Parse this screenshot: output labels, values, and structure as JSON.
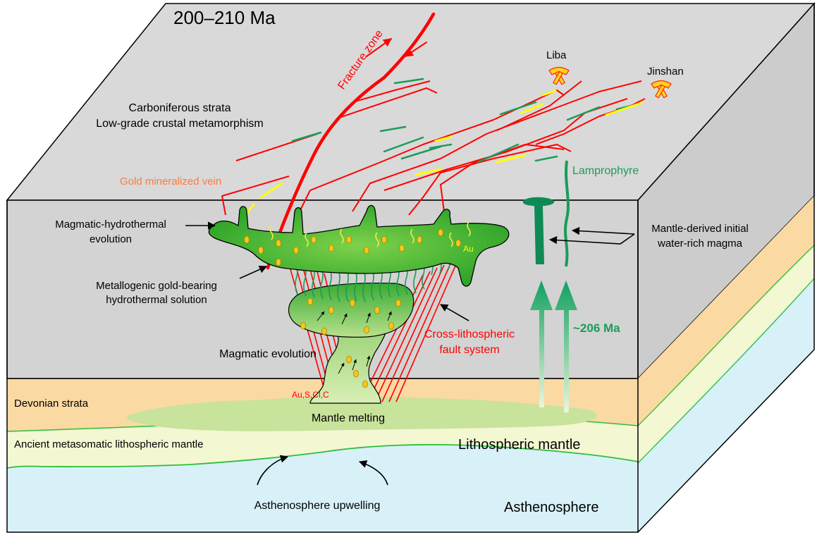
{
  "age_label": "200–210 Ma",
  "fracture_zone": "Fracture zone",
  "deposits": {
    "liba": "Liba",
    "jinshan": "Jinshan"
  },
  "strata": {
    "carboniferous_1": "Carboniferous strata",
    "carboniferous_2": "Low-grade crustal metamorphism",
    "devonian": "Devonian strata",
    "ancient_mantle": "Ancient metasomatic lithospheric mantle",
    "lithospheric_mantle": "Lithospheric mantle",
    "asthenosphere": "Asthenosphere"
  },
  "labels": {
    "gold_vein": "Gold mineralized vein",
    "lamprophyre": "Lamprophyre",
    "mag_hydro_1": "Magmatic-hydrothermal",
    "mag_hydro_2": "evolution",
    "metallo_1": "Metallogenic gold-bearing",
    "metallo_2": "hydrothermal solution",
    "mag_evolution": "Magmatic evolution",
    "cross_fault_1": "Cross-lithospheric",
    "cross_fault_2": "fault system",
    "mantle_derived_1": "Mantle-derived initial",
    "mantle_derived_2": "water-rich magma",
    "age_206": "~206 Ma",
    "au": "Au",
    "elements": "Au,S,Cl,C",
    "mantle_melting": "Mantle melting",
    "upwelling": "Asthenosphere upwelling"
  },
  "colors": {
    "crust_top": "#d9d9d9",
    "crust_front": "#d3d3d3",
    "devonian": "#fbd9a3",
    "lith_mantle": "#f3f7d2",
    "asthenosphere": "#d8f1f8",
    "fault_red": "#ff0000",
    "magma_green": "#3db32f",
    "lamprophyre_green": "#1a9c58",
    "vein_yellow": "#ffff00",
    "vein_label_orange": "#ff7a3c"
  }
}
